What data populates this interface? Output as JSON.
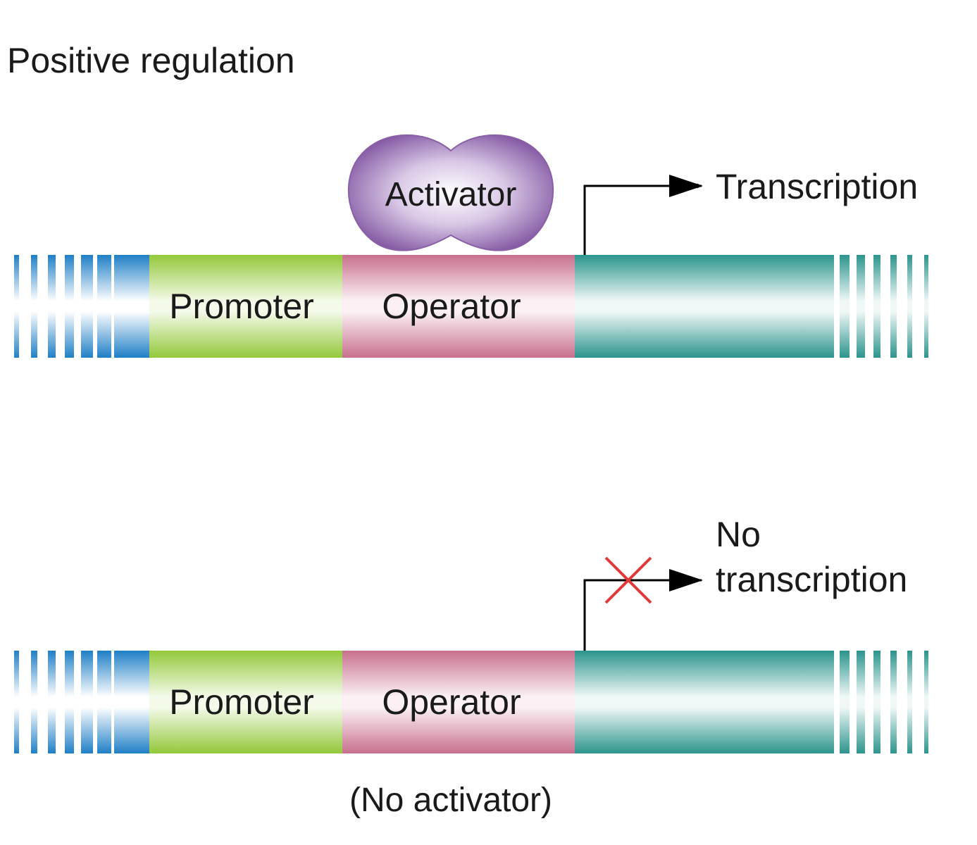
{
  "title": "Positive regulation",
  "colors": {
    "dna_end_stripe": "#1f7fc6",
    "promoter": "#93c83a",
    "operator": "#c8708e",
    "gene": "#2b948c",
    "activator": "#8a5fa8",
    "arrow": "#000000",
    "block_mark": "#e03a3a"
  },
  "panel_active": {
    "segments": {
      "promoter_label": "Promoter",
      "operator_label": "Operator"
    },
    "activator_label": "Activator",
    "outcome_label": "Transcription"
  },
  "panel_inactive": {
    "segments": {
      "promoter_label": "Promoter",
      "operator_label": "Operator"
    },
    "outcome_line1": "No",
    "outcome_line2": "transcription",
    "caption": "(No activator)",
    "block_icon": "cross-mark-icon"
  }
}
